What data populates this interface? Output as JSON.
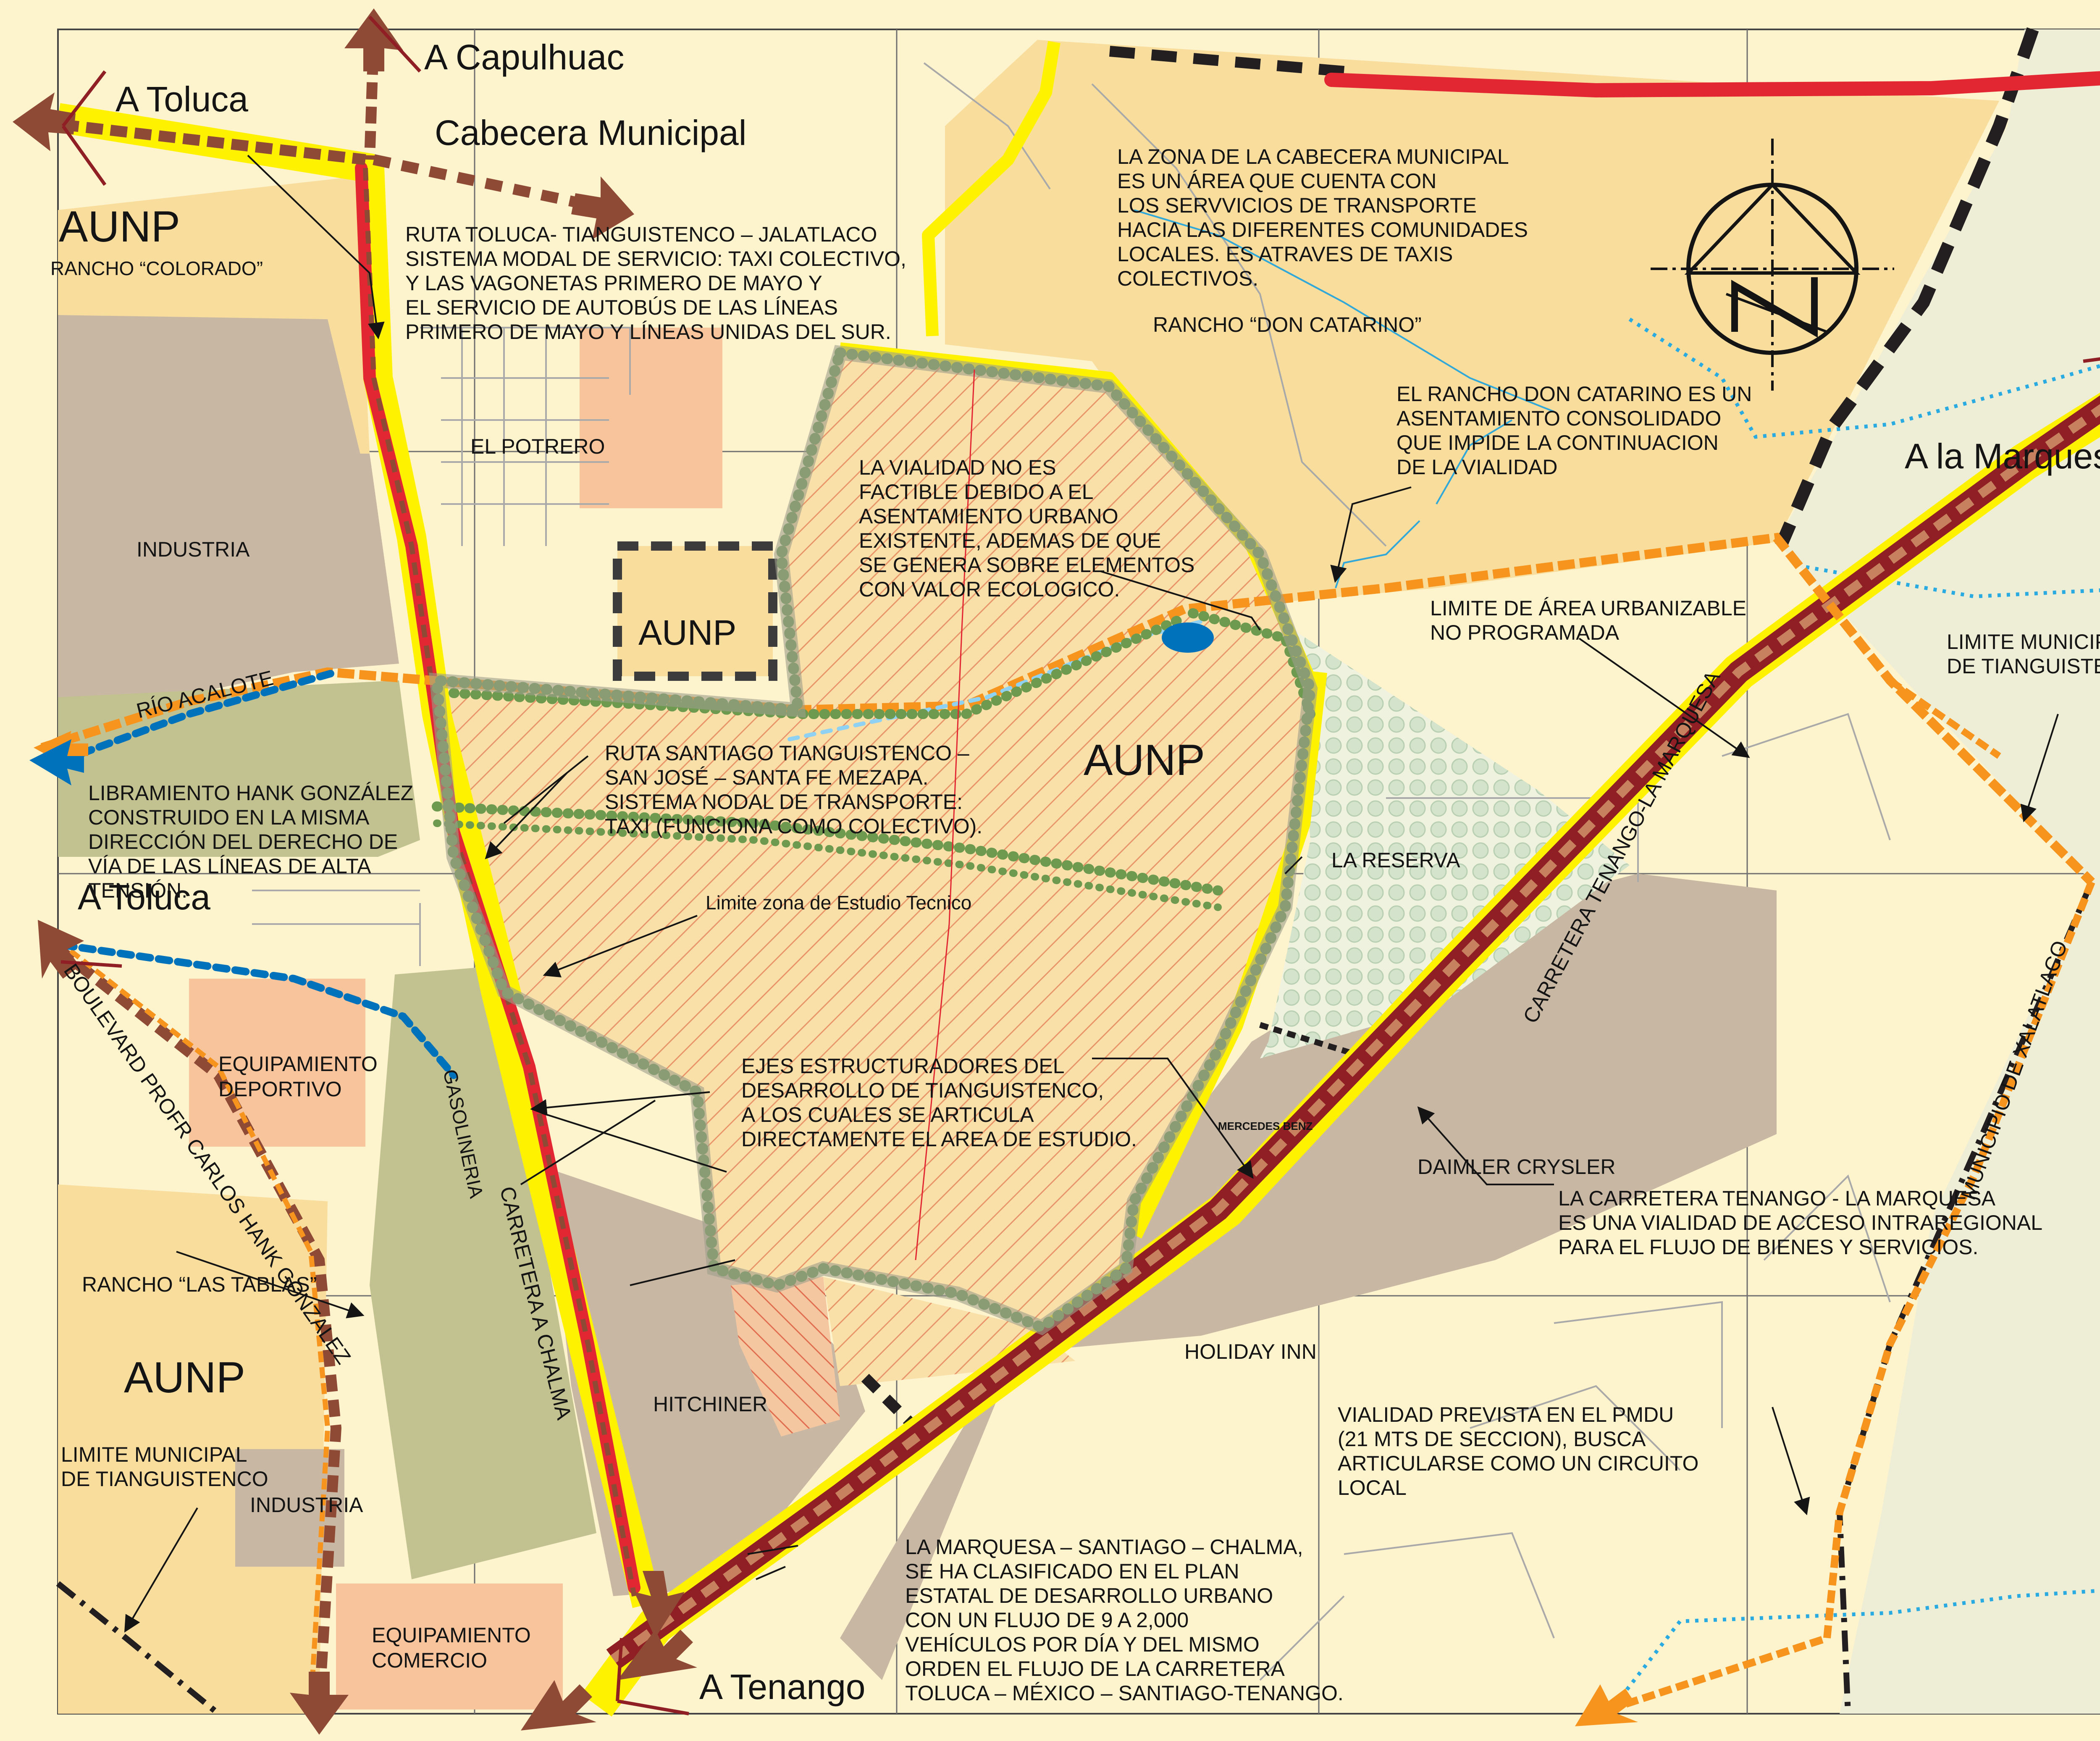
{
  "map": {
    "colors": {
      "background": "#fdf3cd",
      "zone_urbanizable": "#f8dd9d",
      "industry": "#c8b7a3",
      "sport_commerce": "#f7c49c",
      "green_area": "#c2c190",
      "right_zone": "#eeeed6",
      "road_red": "#e22733",
      "road_yellow": "#fff200",
      "road_brown": "#8f4a36",
      "road_orange": "#f7941d",
      "river_blue": "#0072bc",
      "trees": "#6e9a50",
      "reserve": "#d9e7d3",
      "boundary_black": "#231f20"
    },
    "labels": {
      "a_capulhuac": "A Capulhuac",
      "a_toluca_top": "A Toluca",
      "cabecera": "Cabecera Municipal",
      "aunp_top_left": "AUNP",
      "rancho_colorado": "RANCHO “COLORADO”",
      "ruta_toluca": [
        "RUTA TOLUCA- TIANGUISTENCO – JALATLACO",
        "SISTEMA MODAL DE SERVICIO: TAXI COLECTIVO,",
        "Y LAS VAGONETAS PRIMERO DE MAYO Y",
        "EL SERVICIO DE AUTOBÚS DE LAS LÍNEAS",
        "PRIMERO DE MAYO Y LÍNEAS UNIDAS DEL SUR."
      ],
      "zona_cabecera": [
        "LA ZONA DE LA CABECERA MUNICIPAL",
        "ES UN ÁREA QUE CUENTA CON",
        " LOS SERVVICIOS DE TRANSPORTE",
        "HACIA LAS DIFERENTES COMUNIDADES",
        "LOCALES. ES ATRAVES DE TAXIS",
        "COLECTIVOS."
      ],
      "rancho_don_catarino": "RANCHO “DON CATARINO”",
      "el_potrero": "EL POTRERO",
      "industria_left": "INDUSTRIA",
      "aunp_center_small": "AUNP",
      "vialidad_no_factible": [
        "LA VIALIDAD NO ES",
        "FACTIBLE DEBIDO A EL",
        "ASENTAMIENTO URBANO",
        "EXISTENTE, ADEMAS DE QUE",
        "SE GENERA SOBRE ELEMENTOS",
        "CON VALOR ECOLOGICO."
      ],
      "rancho_consolidado": [
        "EL RANCHO DON CATARINO ES UN",
        "ASENTAMIENTO CONSOLIDADO",
        "QUE IMPIDE LA CONTINUACION",
        "DE LA VIALIDAD"
      ],
      "a_la_marquesa": "A la Marquesa",
      "limite_area": [
        "LIMITE DE ÁREA URBANIZABLE",
        " NO PROGRAMADA"
      ],
      "limite_municipal_right": [
        "LIMITE MUNICIPAL",
        "DE TIANGUISTENCO"
      ],
      "rio_acalote": "RÍO ACALOTE",
      "libramiento": [
        "LIBRAMIENTO HANK GONZÁLEZ",
        "CONSTRUIDO EN LA MISMA",
        "DIRECCIÓN DEL DERECHO DE",
        "VÍA DE LAS LÍNEAS DE ALTA",
        "TENSIÓN."
      ],
      "ruta_santiago": [
        "RUTA  SANTIAGO TIANGUISTENCO –",
        "SAN JOSÉ – SANTA FE MEZAPA.",
        "SISTEMA NODAL DE TRANSPORTE:",
        "TAXI (FUNCIONA COMO COLECTIVO)."
      ],
      "aunp_center_big": "AUNP",
      "la_reserva": "LA RESERVA",
      "a_toluca_mid": "A Toluca",
      "limite_zona": "Limite zona de Estudio Tecnico",
      "carretera_tenango_marquesa": "CARRETERA TENANGO-LA MARQUESA",
      "equipamiento_deportivo": [
        "EQUIPAMIENTO",
        "DEPORTIVO"
      ],
      "gasolineria": "GASOLINERIA",
      "boulevard": "BOULEVARD PROFR CARLOS HANK GONZALEZ",
      "ejes": [
        "EJES ESTRUCTURADORES DEL",
        "DESARROLLO DE TIANGUISTENCO,",
        "A LOS CUALES SE ARTICULA",
        "DIRECTAMENTE EL AREA DE ESTUDIO."
      ],
      "mercedes": "MERCEDES BENZ",
      "daimler": "DAIMLER CRYSLER",
      "carretera_tenango_text": [
        "LA CARRETERA TENANGO - LA MARQUESA",
        "ES UNA VIALIDAD DE ACCESO INTRAREGIONAL",
        "PARA EL FLUJO DE BIENES Y SERVICIOS."
      ],
      "municipio_xalatlaco": "MUNICIPIO DE XALATLACO",
      "carretera_chalma": "CARRETERA A CHALMA",
      "rancho_tablas": "RANCHO “LAS TABLAS”",
      "aunp_bottom_left": "AUNP",
      "hitchiner": "HITCHINER",
      "holiday_inn": "HOLIDAY INN",
      "vialidad_prevista": [
        "VIALIDAD PREVISTA EN EL PMDU",
        "(21 MTS DE SECCION), BUSCA",
        "ARTICULARSE COMO UN CIRCUITO",
        "LOCAL"
      ],
      "limite_municipal_left": [
        "LIMITE MUNICIPAL",
        "DE TIANGUISTENCO"
      ],
      "industria_bottom": "INDUSTRIA",
      "equipamiento_comercio": [
        "EQUIPAMIENTO",
        "COMERCIO"
      ],
      "marquesa_santiago": [
        "LA MARQUESA – SANTIAGO – CHALMA,",
        " SE HA CLASIFICADO EN EL PLAN",
        " ESTATAL DE DESARROLLO URBANO",
        " CON UN FLUJO DE 9 A 2,000",
        " VEHÍCULOS POR DÍA Y DEL MISMO",
        " ORDEN EL FLUJO DE LA CARRETERA",
        " TOLUCA – MÉXICO – SANTIAGO-TENANGO."
      ],
      "a_tenango": "A Tenango"
    }
  }
}
